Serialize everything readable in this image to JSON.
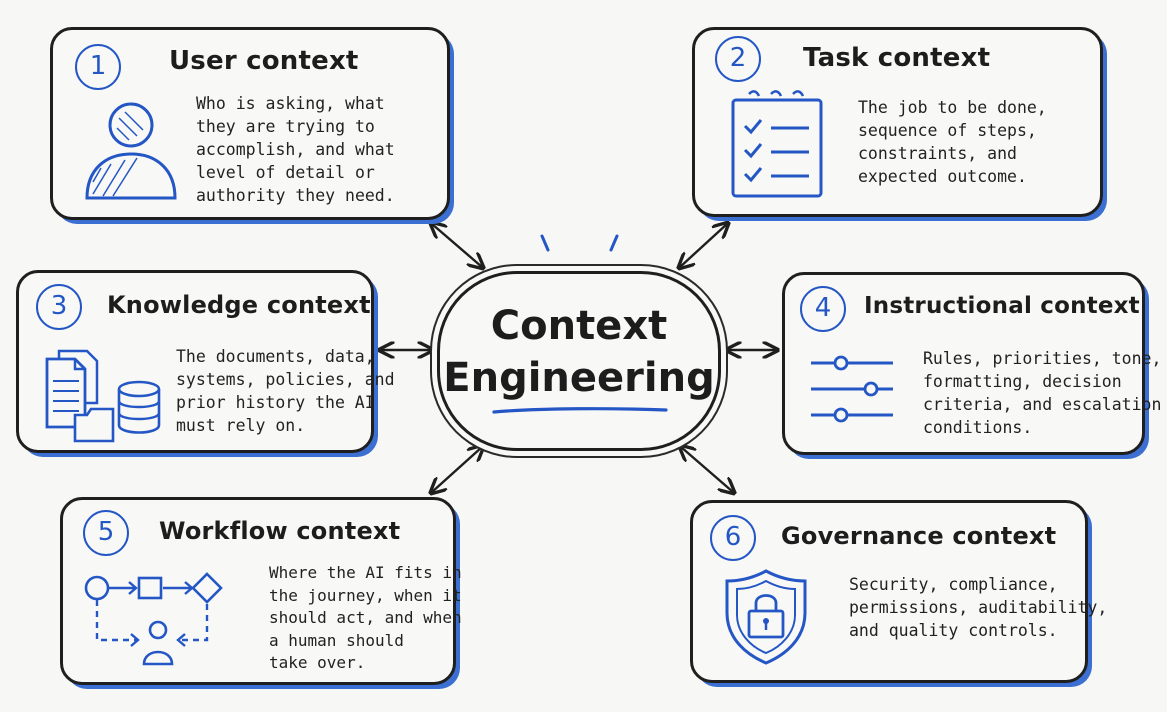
{
  "center": {
    "line1": "Context",
    "line2": "Engineering"
  },
  "cards": [
    {
      "number": "1",
      "title": "User context",
      "icon": "person-icon",
      "description": [
        "Who is asking, what",
        "they are trying to",
        "accomplish, and what",
        "level of detail or",
        "authority they need."
      ]
    },
    {
      "number": "2",
      "title": "Task context",
      "icon": "checklist-icon",
      "description": [
        "The job to be done,",
        "sequence of steps,",
        "constraints, and",
        "expected outcome."
      ]
    },
    {
      "number": "3",
      "title": "Knowledge context",
      "icon": "documents-database-icon",
      "description": [
        "The documents, data,",
        "systems, policies, and",
        "prior history the AI",
        "must rely on."
      ]
    },
    {
      "number": "4",
      "title": "Instructional context",
      "icon": "sliders-icon",
      "description": [
        "Rules, priorities, tone,",
        "formatting, decision",
        "criteria, and escalation",
        "conditions."
      ]
    },
    {
      "number": "5",
      "title": "Workflow context",
      "icon": "workflow-icon",
      "description": [
        "Where the AI fits in",
        "the journey, when it",
        "should act, and when",
        "a human should",
        "take over."
      ]
    },
    {
      "number": "6",
      "title": "Governance context",
      "icon": "shield-lock-icon",
      "description": [
        "Security, compliance,",
        "permissions, auditability,",
        "and quality controls."
      ]
    }
  ],
  "colors": {
    "accent": "#2457c5",
    "ink": "#1f1f1f",
    "background": "#f7f7f5"
  }
}
